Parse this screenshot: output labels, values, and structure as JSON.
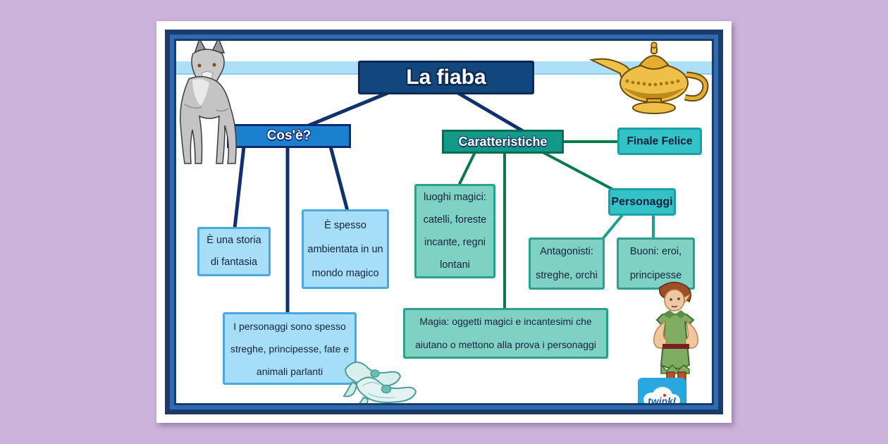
{
  "title": "La fiaba",
  "nodes": {
    "cose": "Cos'è?",
    "storia": "È una storia\ndi fantasia",
    "spesso": "È spesso\nambientata in un\nmondo magico",
    "personaggi_fiaba": "I personaggi sono spesso\nstreghe, principesse, fate e\nanimali parlanti",
    "caratteristiche": "Caratteristiche",
    "finale": "Finale Felice",
    "luoghi": "luoghi magici:\ncatelli, foreste\nincante, regni\nlontani",
    "personaggi": "Personaggi",
    "antagonisti": "Antagonisti:\nstreghe, orchi",
    "buoni": "Buoni: eroi,\nprincipesse",
    "magia": "Magia: oggetti magici e incantesimi che\naiutano o mettono alla prova i personaggi"
  },
  "branding": {
    "logo_text": "twinkl"
  },
  "icons": {
    "wolf": "wolf-illustration",
    "lamp": "genie-lamp-illustration",
    "slippers": "glass-slippers-illustration",
    "peter_pan": "peter-pan-illustration",
    "logo": "twinkl-logo"
  },
  "colors": {
    "page_background": "#ccb3dc",
    "frame_navy": "#1d3b66",
    "frame_blue": "#2b6cb4",
    "band_blue": "#aedff8",
    "title_navy": "#12477e",
    "branch_blue": "#1a80ce",
    "branch_teal": "#13998a",
    "node_light_blue": "#a6def8",
    "node_turquoise": "#35c2c7",
    "node_light_teal": "#7fd2c3",
    "line_navy": "#10306e",
    "line_green": "#0a7a4a",
    "line_teal": "#1f9e8e"
  }
}
